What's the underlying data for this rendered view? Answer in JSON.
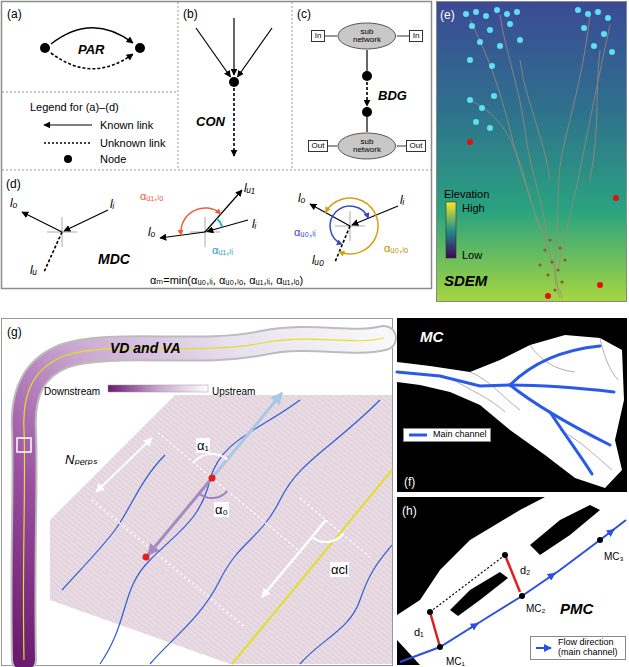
{
  "diagram": {
    "nodes": [
      {
        "text": [
          "In"
        ]
      },
      {
        "text": [
          "sub network"
        ]
      },
      {
        "text": [
          "In"
        ]
      },
      {
        "text": [
          "Out"
        ]
      },
      {
        "text": [
          "sub network"
        ]
      },
      {
        "text": [
          "Out"
        ]
      }
    ],
    "edges": [
      {
        "from": 0,
        "to": 1,
        "arrow": "none"
      },
      {
        "from": 1,
        "to": 2,
        "arrow": "none"
      },
      {
        "from": 3,
        "to": 4,
        "arrow": "none"
      },
      {
        "from": 4,
        "to": 5,
        "arrow": "none"
      }
    ],
    "labels": [
      "(a)",
      "PAR",
      "Legend for (a)–(d)",
      "(b)",
      "CON",
      "(c)",
      "BDG",
      "(d)",
      "lₒ",
      "lᵢ",
      "lᵤ",
      "MDC",
      "αᵤ₁,ₗₒ",
      "lᵤ₁",
      "αᵤ₁,ₗᵢ",
      "lₒ",
      "lᵢ",
      "lₒ",
      "lᵢ",
      "αᵤ₀,ₗᵢ",
      "αᵤ₀,ₗₒ",
      "lᵤ₀",
      "αₘ=min(αᵤ₀,ₗᵢ, αᵤ₀,ₗₒ, αᵤ₁,ₗᵢ, αᵤ₁,ₗₒ)",
      "(e)",
      "Elevation",
      "High",
      "Low",
      "SDEM",
      "(g)",
      "VD and VA",
      "Downstream",
      "Upstream",
      "Nₚₑᵣₚₛ",
      "α₁",
      "α₀",
      "αcl",
      "MC",
      "(f)",
      "(h)",
      "d₁",
      "d₂",
      "MC₁",
      "MC₂",
      "MC₃",
      "PMC"
    ],
    "legend": [
      {
        "text": "Known link"
      },
      {
        "text": "Unknown link"
      },
      {
        "text": "Node"
      },
      {
        "text": "Main channel"
      },
      {
        "text": "Flow direction (main channel)"
      }
    ]
  }
}
